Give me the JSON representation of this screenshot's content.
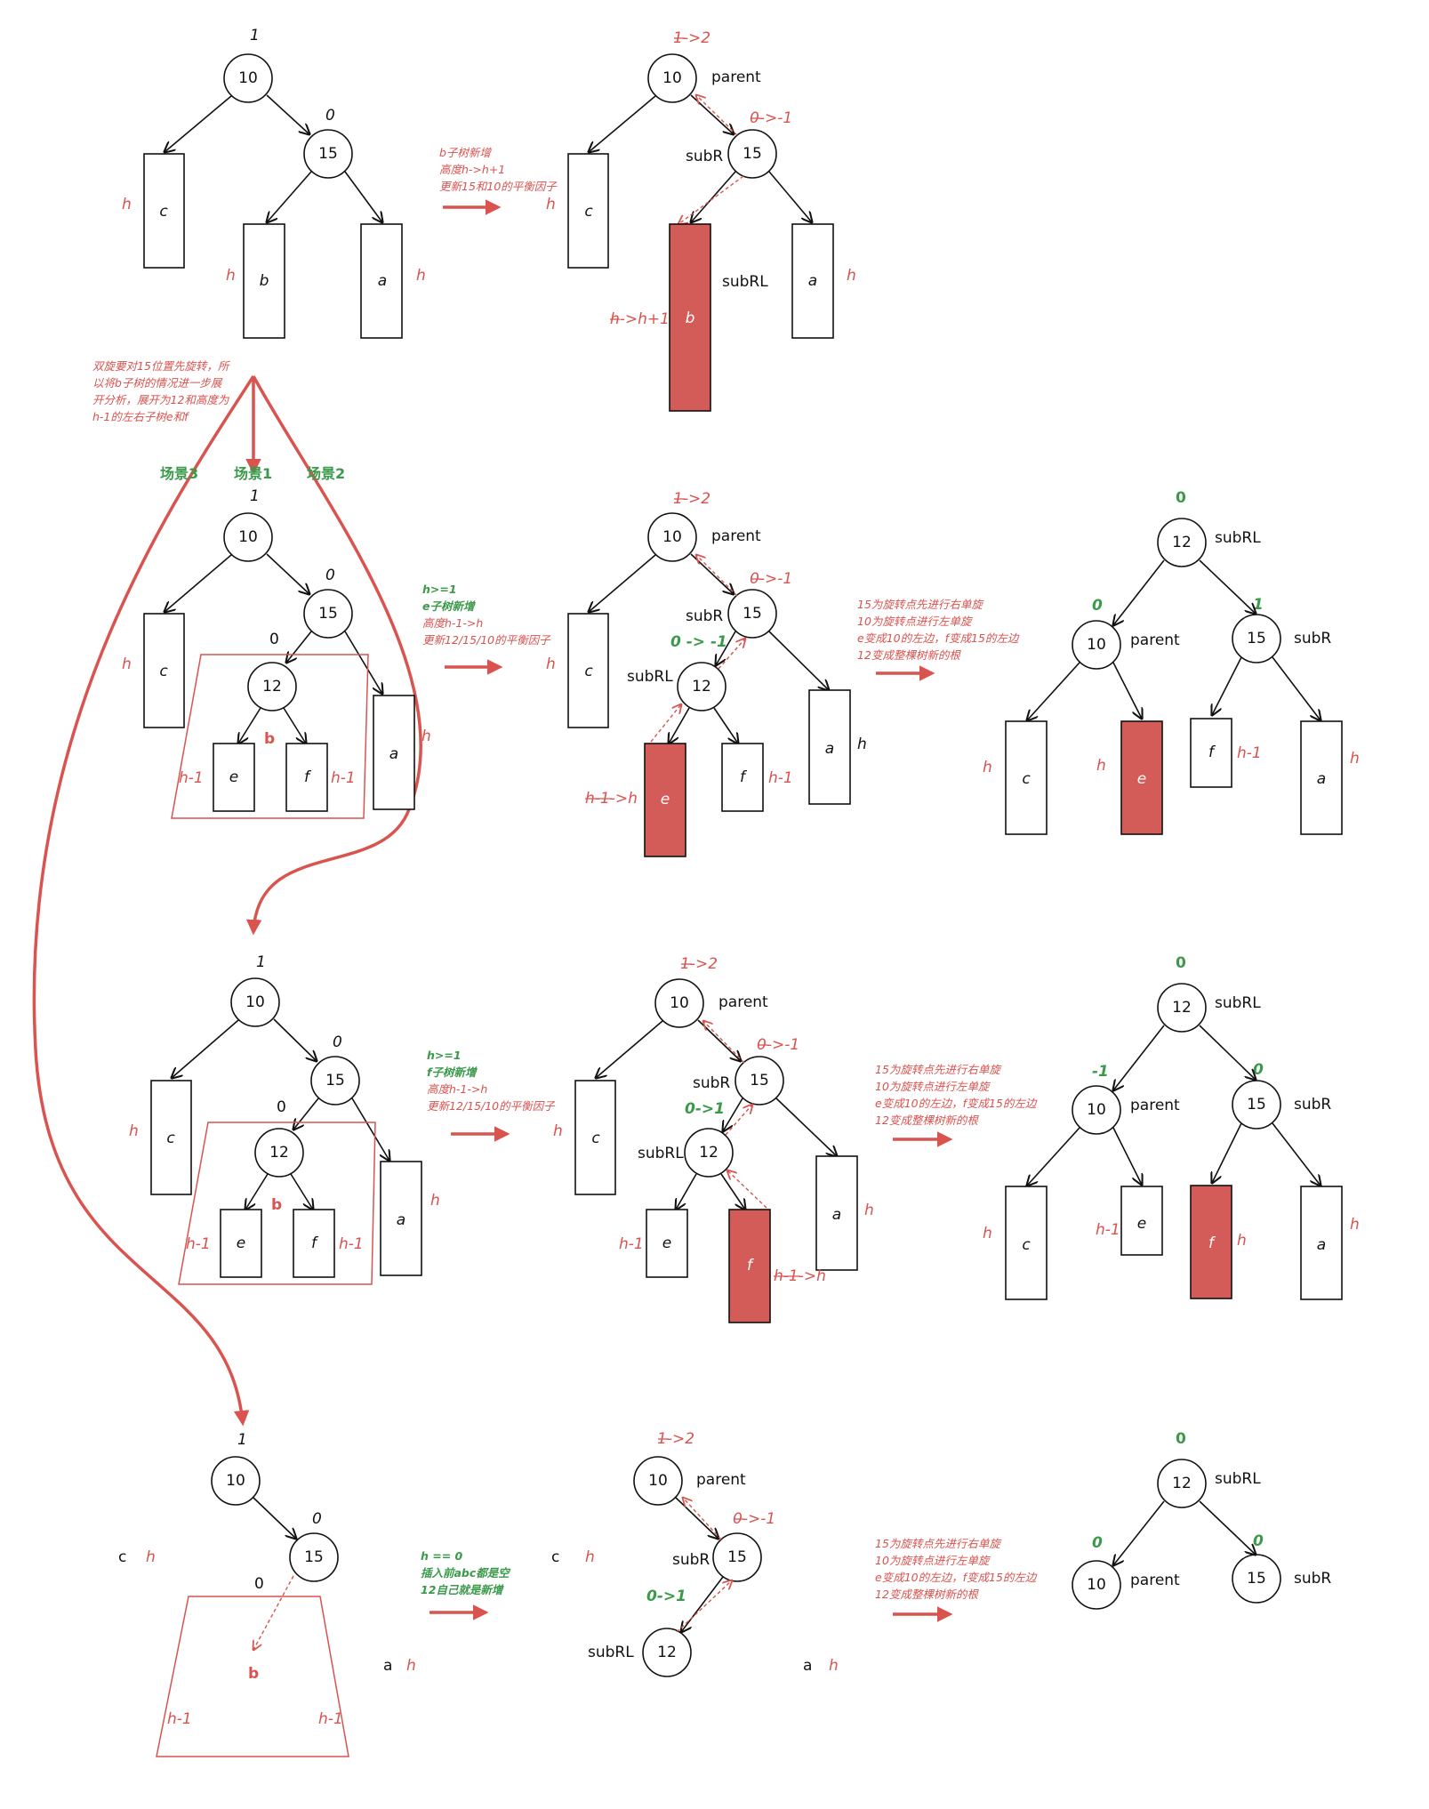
{
  "colors": {
    "accent_red": "#d9534f",
    "fill_red": "#d35b58",
    "green": "#3a9a4a",
    "stroke": "#111111"
  },
  "icons": [
    "arrow-right-icon",
    "arrow-down-icon",
    "curved-arrow-icon"
  ],
  "diagram": {
    "node_labels": {
      "n10": "10",
      "n12": "12",
      "n15": "15"
    },
    "subtree_labels": {
      "a": "a",
      "b": "b",
      "c": "c",
      "e": "e",
      "f": "f"
    },
    "role_labels": {
      "parent": "parent",
      "subR": "subR",
      "subRL": "subRL"
    },
    "heights": {
      "h": "h",
      "hm1": "h-1"
    },
    "bf": {
      "one": "1",
      "zero": "0",
      "neg_one": "-1",
      "one_to_two": "1->2",
      "zero_to_neg_one": "0->-1",
      "zero_to_one": "0->1",
      "zero_to_neg_one_spaced": "0 -> -1"
    },
    "height_change": {
      "h_to_h1": "h->h+1",
      "hm1_to_h": "h-1->h"
    },
    "notes": {
      "intro": [
        "b子树新增",
        "高度h->h+1",
        "更新15和10的平衡因子"
      ],
      "expand": [
        "双旋要对15位置先旋转，所",
        "以将b子树的情况进一步展",
        "开分析，展开为12和高度为",
        "h-1的左右子树e和f"
      ],
      "scenarios": {
        "s3": "场景3",
        "s1": "场景1",
        "s2": "场景2"
      },
      "case1": [
        "h>=1",
        "e子树新增",
        "高度h-1->h",
        "更新12/15/10的平衡因子"
      ],
      "rot1": [
        "15为旋转点先进行右单旋",
        "10为旋转点进行左单旋",
        "e变成10的左边，f变成15的左边",
        "12变成整棵树新的根"
      ],
      "case2": [
        "h>=1",
        "f子树新增",
        "高度h-1->h",
        "更新12/15/10的平衡因子"
      ],
      "rot2": [
        "15为旋转点先进行右单旋",
        "10为旋转点进行左单旋",
        "e变成10的左边，f变成15的左边",
        "12变成整棵树新的根"
      ],
      "case3": [
        "h == 0",
        "插入前abc都是空",
        "12自己就是新增"
      ],
      "rot3": [
        "15为旋转点先进行右单旋",
        "10为旋转点进行左单旋",
        "e变成10的左边，f变成15的左边",
        "12变成整棵树新的根"
      ]
    }
  }
}
